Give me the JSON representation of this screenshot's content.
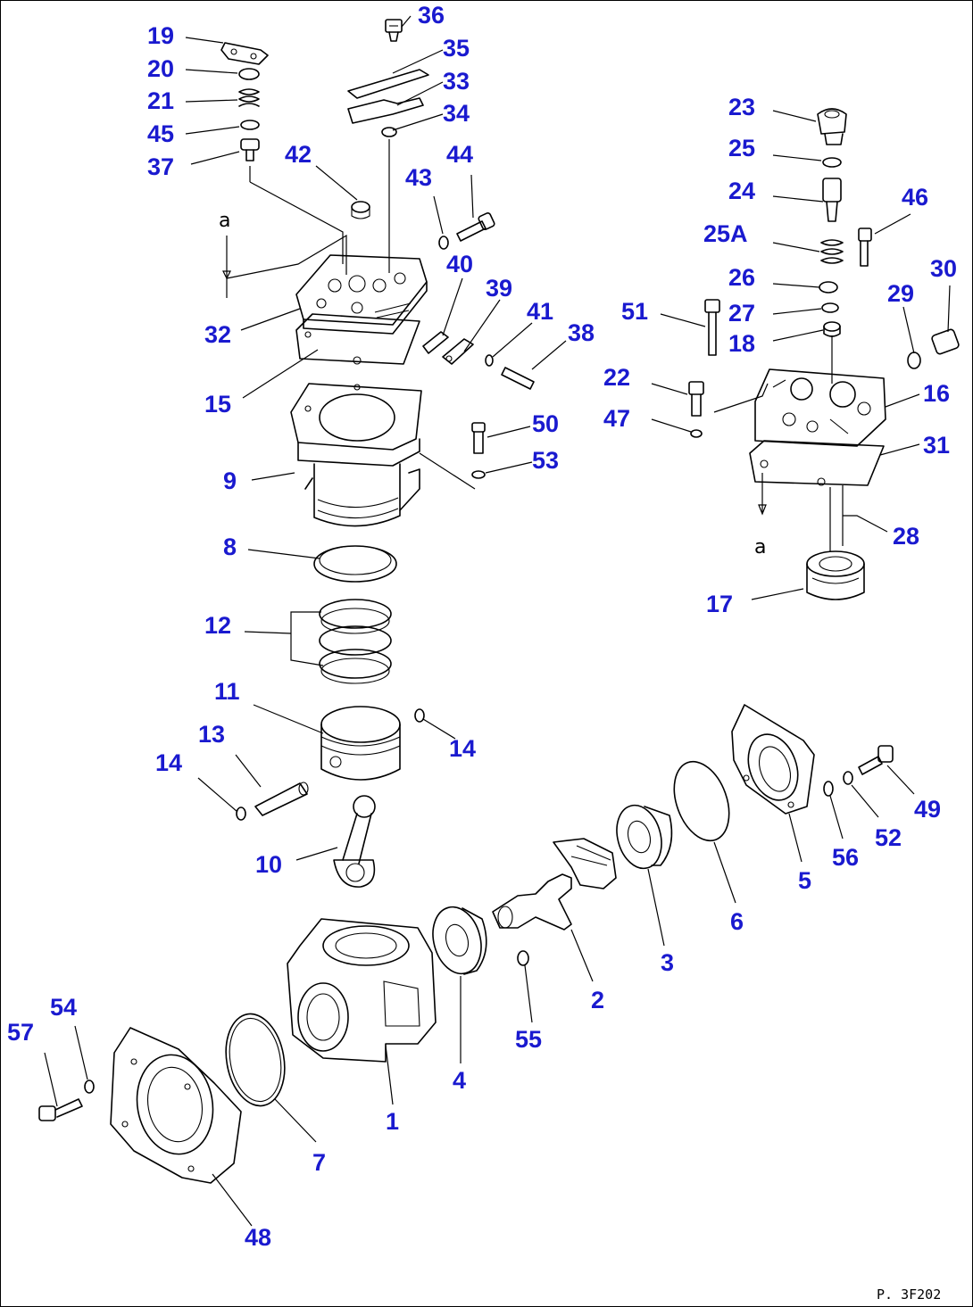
{
  "diagram": {
    "drawing_code": "P. 3F202",
    "reference_letter": "a",
    "callouts": [
      {
        "id": "c19",
        "label": "19"
      },
      {
        "id": "c20",
        "label": "20"
      },
      {
        "id": "c21",
        "label": "21"
      },
      {
        "id": "c45",
        "label": "45"
      },
      {
        "id": "c37",
        "label": "37"
      },
      {
        "id": "c36",
        "label": "36"
      },
      {
        "id": "c35",
        "label": "35"
      },
      {
        "id": "c33",
        "label": "33"
      },
      {
        "id": "c34",
        "label": "34"
      },
      {
        "id": "c42",
        "label": "42"
      },
      {
        "id": "c43",
        "label": "43"
      },
      {
        "id": "c44",
        "label": "44"
      },
      {
        "id": "c32",
        "label": "32"
      },
      {
        "id": "c15",
        "label": "15"
      },
      {
        "id": "c40",
        "label": "40"
      },
      {
        "id": "c39",
        "label": "39"
      },
      {
        "id": "c41",
        "label": "41"
      },
      {
        "id": "c38",
        "label": "38"
      },
      {
        "id": "c50",
        "label": "50"
      },
      {
        "id": "c53",
        "label": "53"
      },
      {
        "id": "c9",
        "label": "9"
      },
      {
        "id": "c8",
        "label": "8"
      },
      {
        "id": "c12",
        "label": "12"
      },
      {
        "id": "c11",
        "label": "11"
      },
      {
        "id": "c13",
        "label": "13"
      },
      {
        "id": "c14a",
        "label": "14"
      },
      {
        "id": "c14b",
        "label": "14"
      },
      {
        "id": "c10",
        "label": "10"
      },
      {
        "id": "c23",
        "label": "23"
      },
      {
        "id": "c25",
        "label": "25"
      },
      {
        "id": "c24",
        "label": "24"
      },
      {
        "id": "c25A",
        "label": "25A"
      },
      {
        "id": "c26",
        "label": "26"
      },
      {
        "id": "c27",
        "label": "27"
      },
      {
        "id": "c18",
        "label": "18"
      },
      {
        "id": "c46",
        "label": "46"
      },
      {
        "id": "c51",
        "label": "51"
      },
      {
        "id": "c29",
        "label": "29"
      },
      {
        "id": "c30",
        "label": "30"
      },
      {
        "id": "c22",
        "label": "22"
      },
      {
        "id": "c16",
        "label": "16"
      },
      {
        "id": "c47",
        "label": "47"
      },
      {
        "id": "c31",
        "label": "31"
      },
      {
        "id": "c28",
        "label": "28"
      },
      {
        "id": "c17",
        "label": "17"
      },
      {
        "id": "c49",
        "label": "49"
      },
      {
        "id": "c52",
        "label": "52"
      },
      {
        "id": "c56",
        "label": "56"
      },
      {
        "id": "c5",
        "label": "5"
      },
      {
        "id": "c6",
        "label": "6"
      },
      {
        "id": "c3",
        "label": "3"
      },
      {
        "id": "c2",
        "label": "2"
      },
      {
        "id": "c55",
        "label": "55"
      },
      {
        "id": "c4",
        "label": "4"
      },
      {
        "id": "c1",
        "label": "1"
      },
      {
        "id": "c57",
        "label": "57"
      },
      {
        "id": "c54",
        "label": "54"
      },
      {
        "id": "c7",
        "label": "7"
      },
      {
        "id": "c48",
        "label": "48"
      }
    ]
  }
}
